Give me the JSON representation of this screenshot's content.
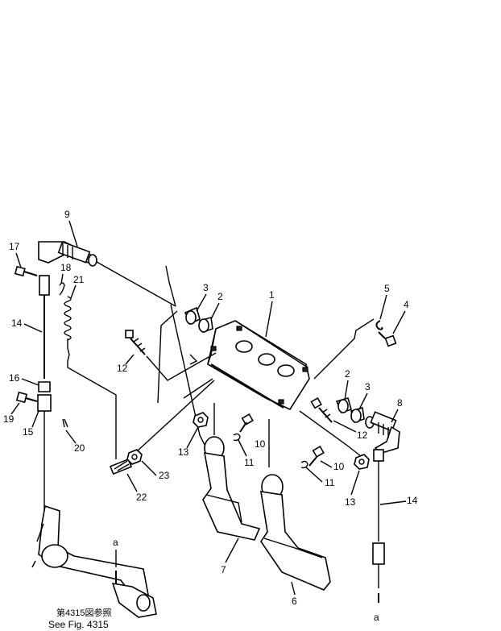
{
  "callouts": [
    {
      "id": "1",
      "text": "1"
    },
    {
      "id": "2a",
      "text": "2"
    },
    {
      "id": "2b",
      "text": "2"
    },
    {
      "id": "3a",
      "text": "3"
    },
    {
      "id": "3b",
      "text": "3"
    },
    {
      "id": "4",
      "text": "4"
    },
    {
      "id": "5",
      "text": "5"
    },
    {
      "id": "6",
      "text": "6"
    },
    {
      "id": "7",
      "text": "7"
    },
    {
      "id": "8",
      "text": "8"
    },
    {
      "id": "9",
      "text": "9"
    },
    {
      "id": "10a",
      "text": "10"
    },
    {
      "id": "10b",
      "text": "10"
    },
    {
      "id": "11a",
      "text": "11"
    },
    {
      "id": "11b",
      "text": "11"
    },
    {
      "id": "12a",
      "text": "12"
    },
    {
      "id": "12b",
      "text": "12"
    },
    {
      "id": "13a",
      "text": "13"
    },
    {
      "id": "13b",
      "text": "13"
    },
    {
      "id": "14a",
      "text": "14"
    },
    {
      "id": "14b",
      "text": "14"
    },
    {
      "id": "15",
      "text": "15"
    },
    {
      "id": "16",
      "text": "16"
    },
    {
      "id": "17",
      "text": "17"
    },
    {
      "id": "18",
      "text": "18"
    },
    {
      "id": "19",
      "text": "19"
    },
    {
      "id": "20",
      "text": "20"
    },
    {
      "id": "21",
      "text": "21"
    },
    {
      "id": "22",
      "text": "22"
    },
    {
      "id": "23",
      "text": "23"
    },
    {
      "id": "a1",
      "text": "a"
    },
    {
      "id": "a2",
      "text": "a"
    }
  ],
  "reference": {
    "japanese": "第4315図参照",
    "english": "See Fig. 4315"
  }
}
